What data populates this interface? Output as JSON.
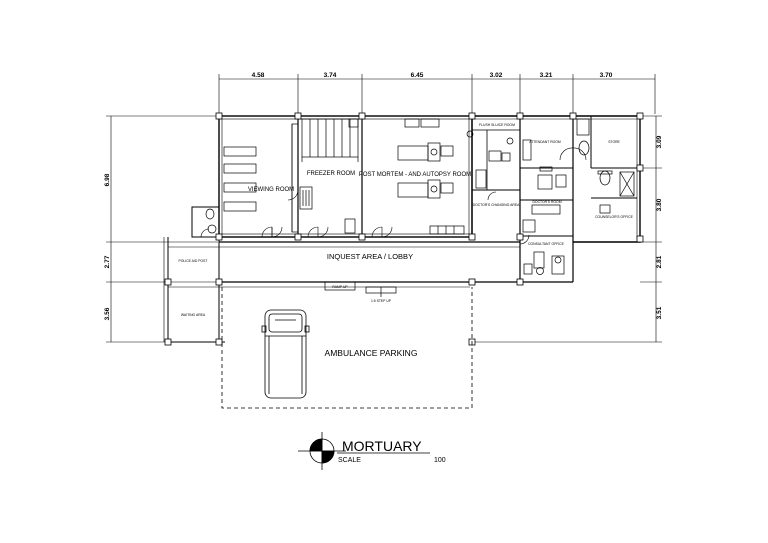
{
  "drawing": {
    "title": "MORTUARY",
    "scale_label": "SCALE",
    "scale_value": "100"
  },
  "dimensions": {
    "top": [
      "4.58",
      "3.74",
      "6.45",
      "3.02",
      "3.21",
      "3.70"
    ],
    "left": [
      "6.98",
      "2.77",
      "3.56"
    ],
    "right": [
      "3.09",
      "3.80",
      "2.81",
      "3.51"
    ]
  },
  "rooms": {
    "viewing": "VIEWING ROOM",
    "freezer": "FREEZER ROOM",
    "autopsy": "POST MORTEM - AND AUTOPSY ROOM",
    "flush": "FLUSH SLUICE ROOM",
    "attendant": "ATTENDANT ROOM",
    "store": "STORE",
    "doctors_changing": "DOCTOR'S CHANGING AREA",
    "doctors_room": "DOCTOR'S ROOM",
    "counselors": "COUNSELOR'S OFFICE",
    "consultant": "CONSULTANT OFFICE",
    "lobby": "INQUEST AREA / LOBBY",
    "police": "POLICE AID POST",
    "waiting": "WAITING AREA",
    "ambulance": "AMBULANCE PARKING",
    "ramp": "RAMP UP",
    "step": "1:5 STEP UP"
  }
}
